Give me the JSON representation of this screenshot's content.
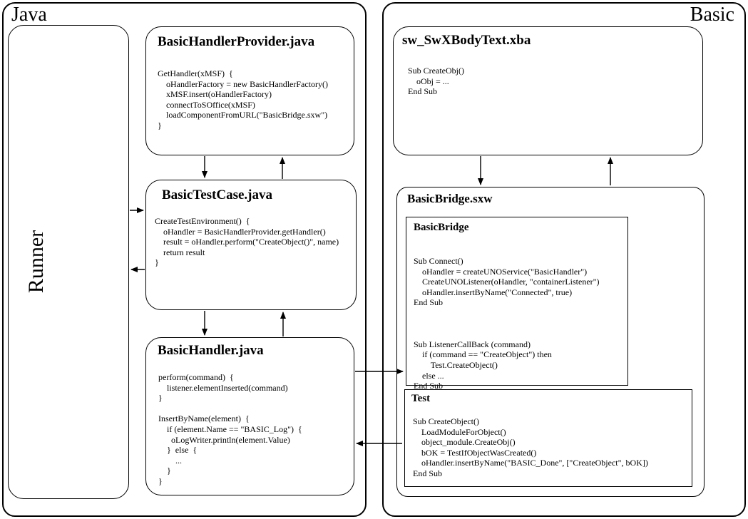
{
  "colors": {
    "ink": "#000000",
    "background": "#ffffff"
  },
  "java_section": {
    "label": "Java",
    "runner": {
      "label": "Runner"
    },
    "provider": {
      "title": "BasicHandlerProvider.java",
      "code": "GetHandler(xMSF)  {\n    oHandlerFactory = new BasicHandlerFactory()\n    xMSF.insert(oHandlerFactory)\n    connectToSOffice(xMSF)\n    loadComponentFromURL(\"BasicBridge.sxw\")\n}"
    },
    "testcase": {
      "title": "BasicTestCase.java",
      "code": "CreateTestEnvironment()  {\n    oHandler = BasicHandlerProvider.getHandler()\n    result = oHandler.perform(\"CreateObject()\", name)\n    return result\n}"
    },
    "handler": {
      "title": "BasicHandler.java",
      "code": "perform(command)  {\n    listener.elementInserted(command)\n}\n\nInsertByName(element)  {\n    if (element.Name == \"BASIC_Log\")  {\n      oLogWriter.println(element.Value)\n    }  else  {\n        ...\n    }\n}"
    }
  },
  "basic_section": {
    "label": "Basic",
    "bodytext": {
      "title": "sw_SwXBodyText.xba",
      "code": "Sub CreateObj()\n    oObj = ...\nEnd Sub"
    },
    "bridge_doc": {
      "title": "BasicBridge.sxw",
      "bridge_module": {
        "title": "BasicBridge",
        "code": "Sub Connect()\n    oHandler = createUNOService(\"BasicHandler\")\n    CreateUNOListener(oHandler, \"containerListener\")\n    oHandler.insertByName(\"Connected\", true)\nEnd Sub\n\n\n\nSub ListenerCallBack (command)\n    if (command == \"CreateObject\") then\n        Test.CreateObject()\n    else ...\nEnd Sub"
      },
      "test_module": {
        "title": "Test",
        "code": "Sub CreateObject()\n    LoadModuleForObject()\n    object_module.CreateObj()\n    bOK = TestIfObjectWasCreated()\n    oHandler.insertByName(\"BASIC_Done\", [\"CreateObject\", bOK])\nEnd Sub"
      }
    }
  }
}
